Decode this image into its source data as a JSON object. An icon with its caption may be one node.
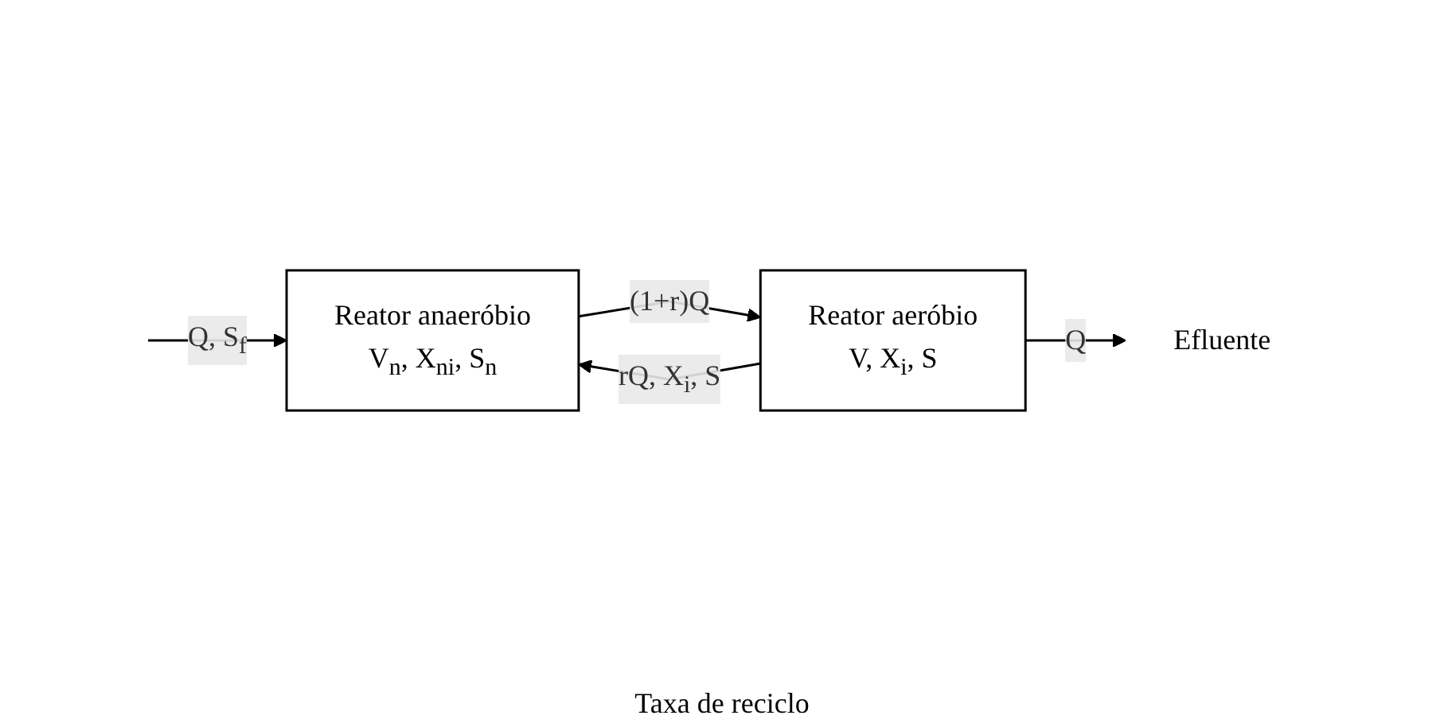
{
  "diagram": {
    "nodes": [
      {
        "text": [
          "Reator anaeróbio",
          "V$_{n}$, X$_{ni}$, S$_{n}$"
        ]
      },
      {
        "text": [
          "Reator aeróbio",
          "V, X$_{i}$, S"
        ]
      },
      {
        "text": [
          "Efluente"
        ]
      }
    ],
    "edges": [
      {
        "from": null,
        "to": 0,
        "arrow": "to",
        "label": "Q, S$_{f}$"
      },
      {
        "from": 0,
        "to": 1,
        "arrow": "to",
        "label": "(1+r)Q"
      },
      {
        "from": 1,
        "to": 2,
        "arrow": "to",
        "label": "Q"
      },
      {
        "from": 1,
        "to": 0,
        "arrow": "to",
        "label": "rQ, X$_{i}$, S"
      }
    ],
    "labels": [
      "Taxa de reciclo"
    ]
  }
}
